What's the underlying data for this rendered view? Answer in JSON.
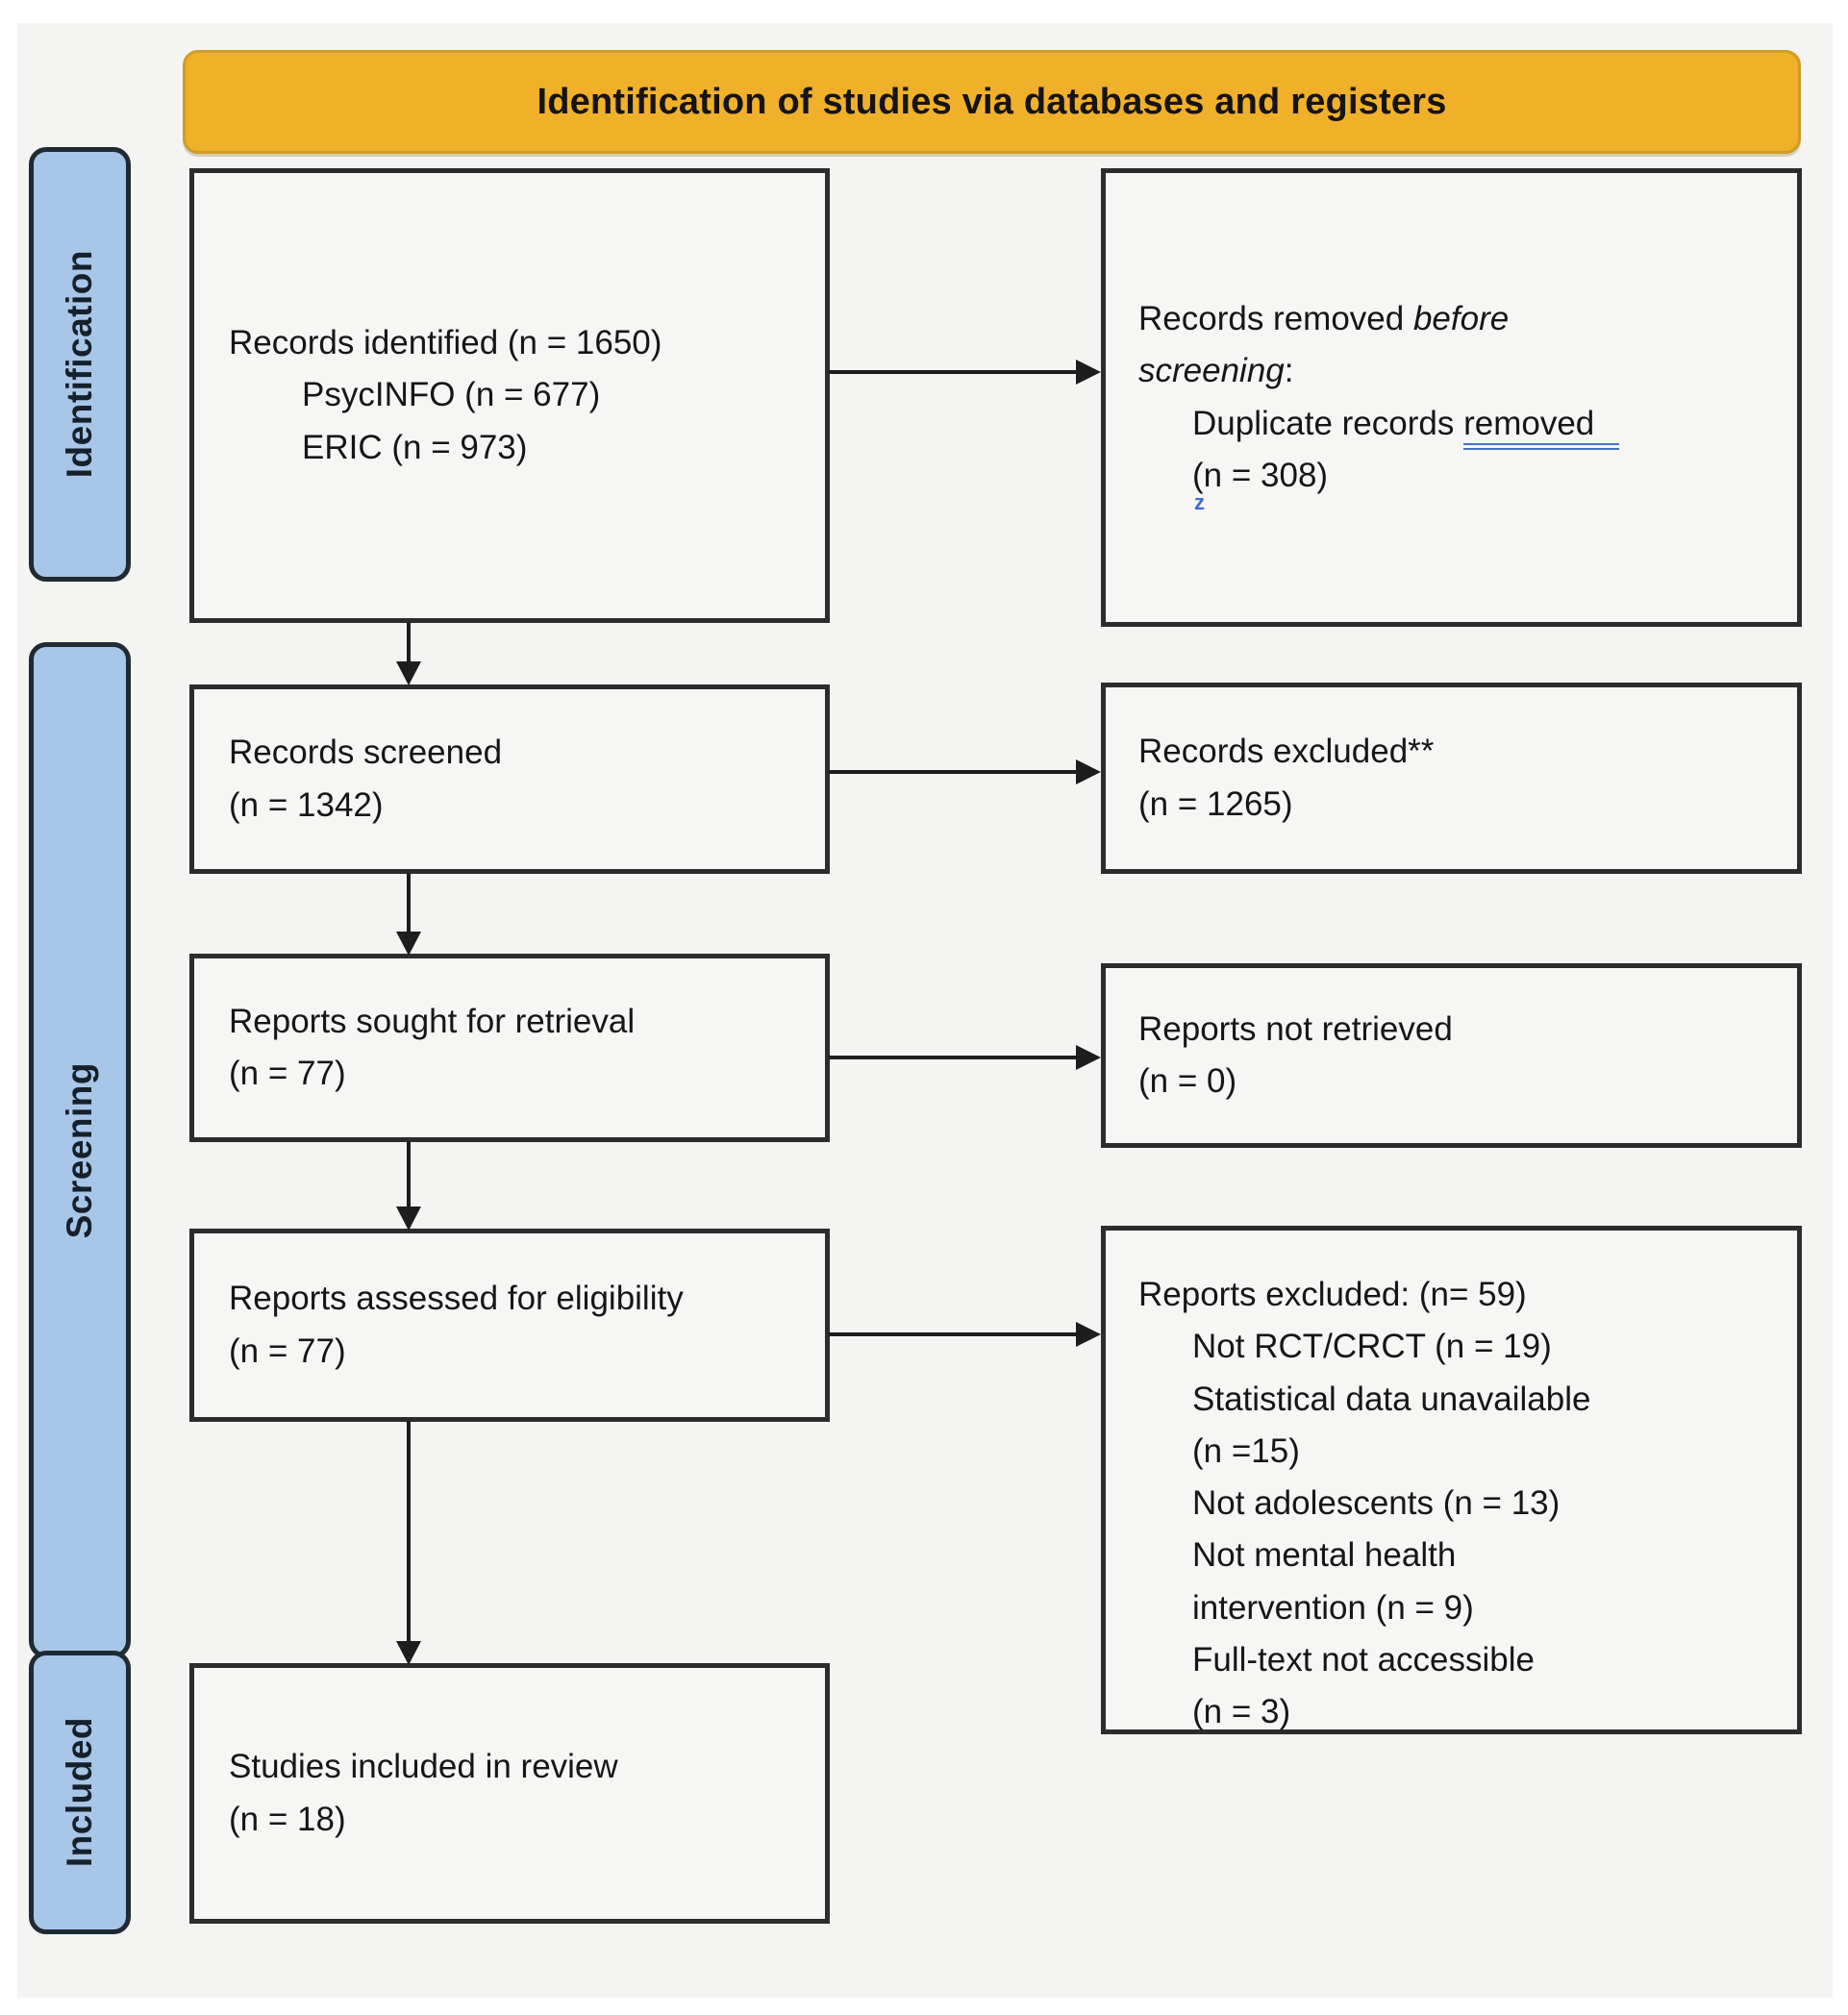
{
  "banner": {
    "title": "Identification of studies via databases and registers"
  },
  "sidebar": [
    {
      "label": "Identification"
    },
    {
      "label": "Screening"
    },
    {
      "label": "Included"
    }
  ],
  "boxes": {
    "identified": {
      "l1": "Records identified (n = 1650)",
      "l2": "PsycINFO (n = 677)",
      "l3": "ERIC (n = 973)"
    },
    "removed": {
      "l1a": "Records removed ",
      "l1b": "before",
      "l2a": "screening",
      "l2b": ":",
      "l3a": "Duplicate records ",
      "l3b": "removed",
      "l4": "(n = 308)",
      "mark": "z"
    },
    "screened": {
      "l1": "Records screened",
      "l2": "(n = 1342)"
    },
    "excluded": {
      "l1": "Records excluded**",
      "l2": "(n = 1265)"
    },
    "sought": {
      "l1": "Reports sought for retrieval",
      "l2": "(n = 77)"
    },
    "not_retrieved": {
      "l1": "Reports not retrieved",
      "l2": "(n = 0)"
    },
    "assessed": {
      "l1": "Reports assessed for eligibility",
      "l2": "(n = 77)"
    },
    "reports_excluded": {
      "lines": [
        {
          "t": "Reports excluded: (n= 59)"
        },
        {
          "t": "Not RCT/CRCT (n = 19)"
        },
        {
          "t": "Statistical data unavailable"
        },
        {
          "t": "(n =15)"
        },
        {
          "t": "Not adolescents (n = 13)"
        },
        {
          "t": "Not mental health"
        },
        {
          "t": "intervention (n = 9)"
        },
        {
          "t": "Full-text not accessible"
        },
        {
          "t": "(n = 3)"
        }
      ]
    },
    "included_studies": {
      "l1": "Studies included in review",
      "l2": "(n = 18)"
    }
  },
  "colors": {
    "banner_bg": "#f1b02a",
    "banner_border": "#cf9c26",
    "stage_bg": "#a7c6e8",
    "stage_border": "#202a33",
    "box_border": "#2a2c2d",
    "underline_blue": "#4472c4",
    "background": "#f4f4f3"
  }
}
